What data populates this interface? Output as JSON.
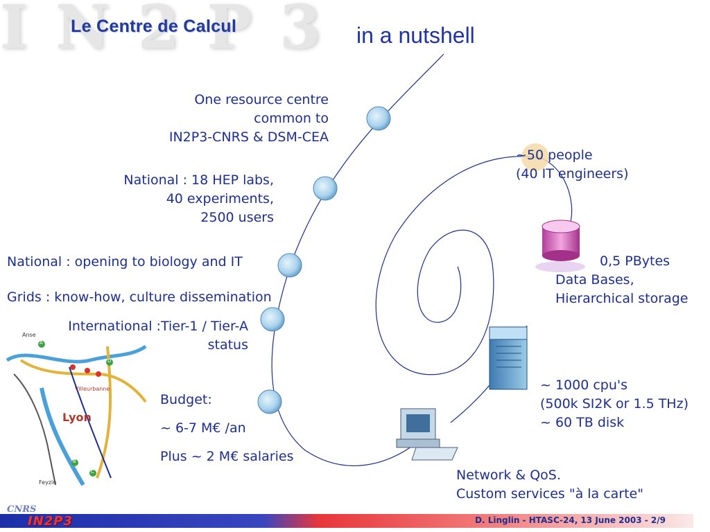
{
  "header": {
    "title": "Le Centre de Calcul",
    "watermark": "IN2P3",
    "subtitle": "in a nutshell"
  },
  "left_items": {
    "resource": [
      "One resource centre",
      "common to",
      "IN2P3-CNRS & DSM-CEA"
    ],
    "national_labs": [
      "National : 18 HEP labs,",
      "40 experiments,",
      "2500 users"
    ],
    "biology": "National : opening to biology and IT",
    "grids": "Grids : know-how, culture dissemination",
    "international": [
      "International :Tier-1 / Tier-A",
      "status"
    ],
    "budget": [
      "Budget:",
      "~ 6-7 M€ /an",
      "Plus ~ 2 M€ salaries"
    ]
  },
  "right_items": {
    "people": [
      "~50 people",
      "(40 IT engineers)"
    ],
    "storage": [
      "0,5 PBytes",
      "Data Bases,",
      "Hierarchical storage"
    ],
    "cpu": [
      "~ 1000 cpu's",
      "(500k SI2K or 1.5 THz)",
      "~ 60 TB disk"
    ],
    "network": [
      "Network & QoS.",
      "Custom services \"à la carte\""
    ]
  },
  "map": {
    "city": "Lyon",
    "towns": [
      "Anse",
      "Villeurbanne",
      "Feyzin"
    ],
    "markers": [
      "A",
      "B",
      "C",
      "D"
    ]
  },
  "footer": {
    "logo_small": "CNRS",
    "logo": "IN2P3",
    "credit": "D. Linglin - HTASC-24, 13 June 2003 - 2/9"
  },
  "colors": {
    "text": "#1c2f8f",
    "accent_red": "#e8363a",
    "bubble": "#b7d7ef"
  }
}
